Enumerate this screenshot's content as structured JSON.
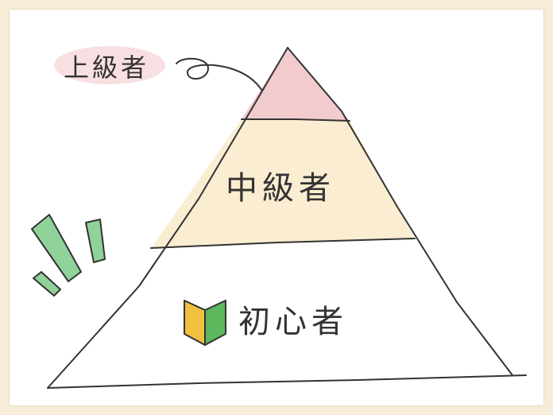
{
  "labels": {
    "top": "上級者",
    "middle": "中級者",
    "bottom": "初心者"
  },
  "colors": {
    "top_fill": "#e8a0a8",
    "middle_fill": "#f4d89a",
    "bottom_fill": "#ffffff",
    "ink": "#333333",
    "leaf_green": "#5cb85c",
    "leaf_yellow": "#f0c040",
    "accent_green": "#8fd39a",
    "label_highlight": "#f2c4c8"
  },
  "icons": [
    "beginner-mark-icon",
    "exclamation-strokes-icon",
    "curl-arrow-icon"
  ]
}
